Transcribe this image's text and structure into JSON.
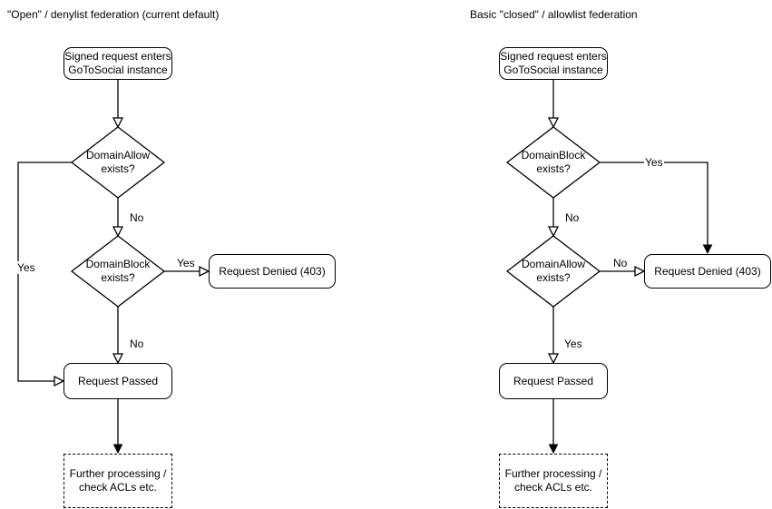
{
  "diagram": {
    "left": {
      "title": "\"Open\" / denylist federation (current default)",
      "start": "Signed request enters\nGoToSocial instance",
      "decision1": "DomainAllow\nexists?",
      "decision2": "DomainBlock\nexists?",
      "denied": "Request Denied (403)",
      "passed": "Request Passed",
      "further": "Further processing /\ncheck ACLs etc.",
      "labels": {
        "yes_branch": "Yes",
        "no1": "No",
        "yes2": "Yes",
        "no2": "No"
      }
    },
    "right": {
      "title": "Basic \"closed\" / allowlist federation",
      "start": "Signed request enters\nGoToSocial instance",
      "decision1": "DomainBlock\nexists?",
      "decision2": "DomainAllow\nexists?",
      "denied": "Request Denied (403)",
      "passed": "Request Passed",
      "further": "Further processing /\ncheck ACLs etc.",
      "labels": {
        "yes_branch": "Yes",
        "no1": "No",
        "no2": "No",
        "yes2": "Yes"
      }
    },
    "colors": {
      "stroke": "#000000",
      "fill": "#ffffff"
    }
  }
}
